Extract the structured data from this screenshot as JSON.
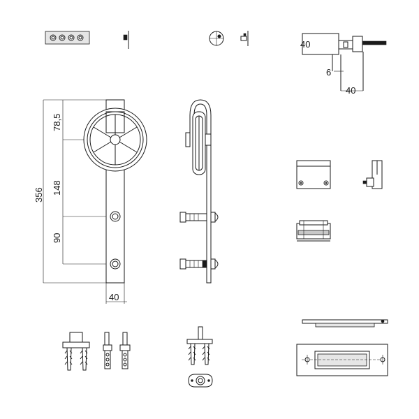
{
  "dimensions": {
    "total_height": "356",
    "top_offset": "78,5",
    "mid_span": "148",
    "bottom_span": "90",
    "plate_width": "40",
    "bracket_height": "40",
    "bracket_gap": "6",
    "bracket_width": "40"
  }
}
